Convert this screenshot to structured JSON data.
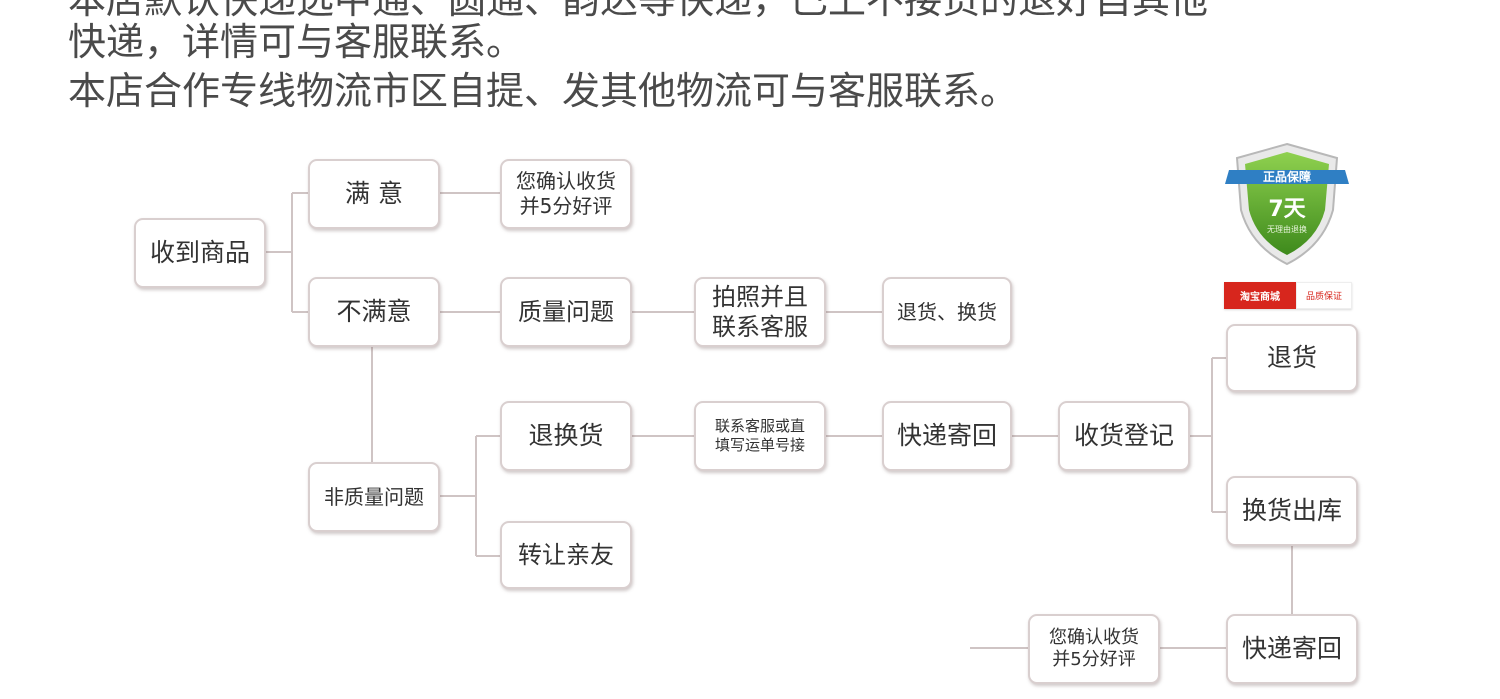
{
  "header": {
    "line1": "本店默认快递选中通、圆通、韵达等快递，已上不接货的退好自其他",
    "line2": "快递，详情可与客服联系。",
    "line3": "本店合作专线物流市区自提、发其他物流可与客服联系。"
  },
  "nodes": {
    "received": "收到商品",
    "satisfied": "满 意",
    "confirm_top": "您确认收货\n并5分好评",
    "unsatisfied": "不满意",
    "quality_issue": "质量问题",
    "photo_contact": "拍照并且\n联系客服",
    "return_exchange": "退货、换货",
    "non_quality": "非质量问题",
    "return_goods": "退换货",
    "contact_fill": "联系客服或直\n填写运单号接",
    "ship_back": "快递寄回",
    "receipt_register": "收货登记",
    "refund": "退货",
    "exchange_out": "换货出库",
    "transfer": "转让亲友",
    "confirm_bottom": "您确认收货\n并5分好评",
    "ship_back_final": "快递寄回"
  },
  "badge": {
    "ribbon": "正品保障",
    "days": "7天",
    "sub": "无理由退换",
    "color_shield": "#5aa62a",
    "color_ribbon": "#2f7fc4"
  },
  "store_logo": {
    "left": "淘宝商城",
    "right": "品质保证",
    "color": "#d7261d"
  }
}
